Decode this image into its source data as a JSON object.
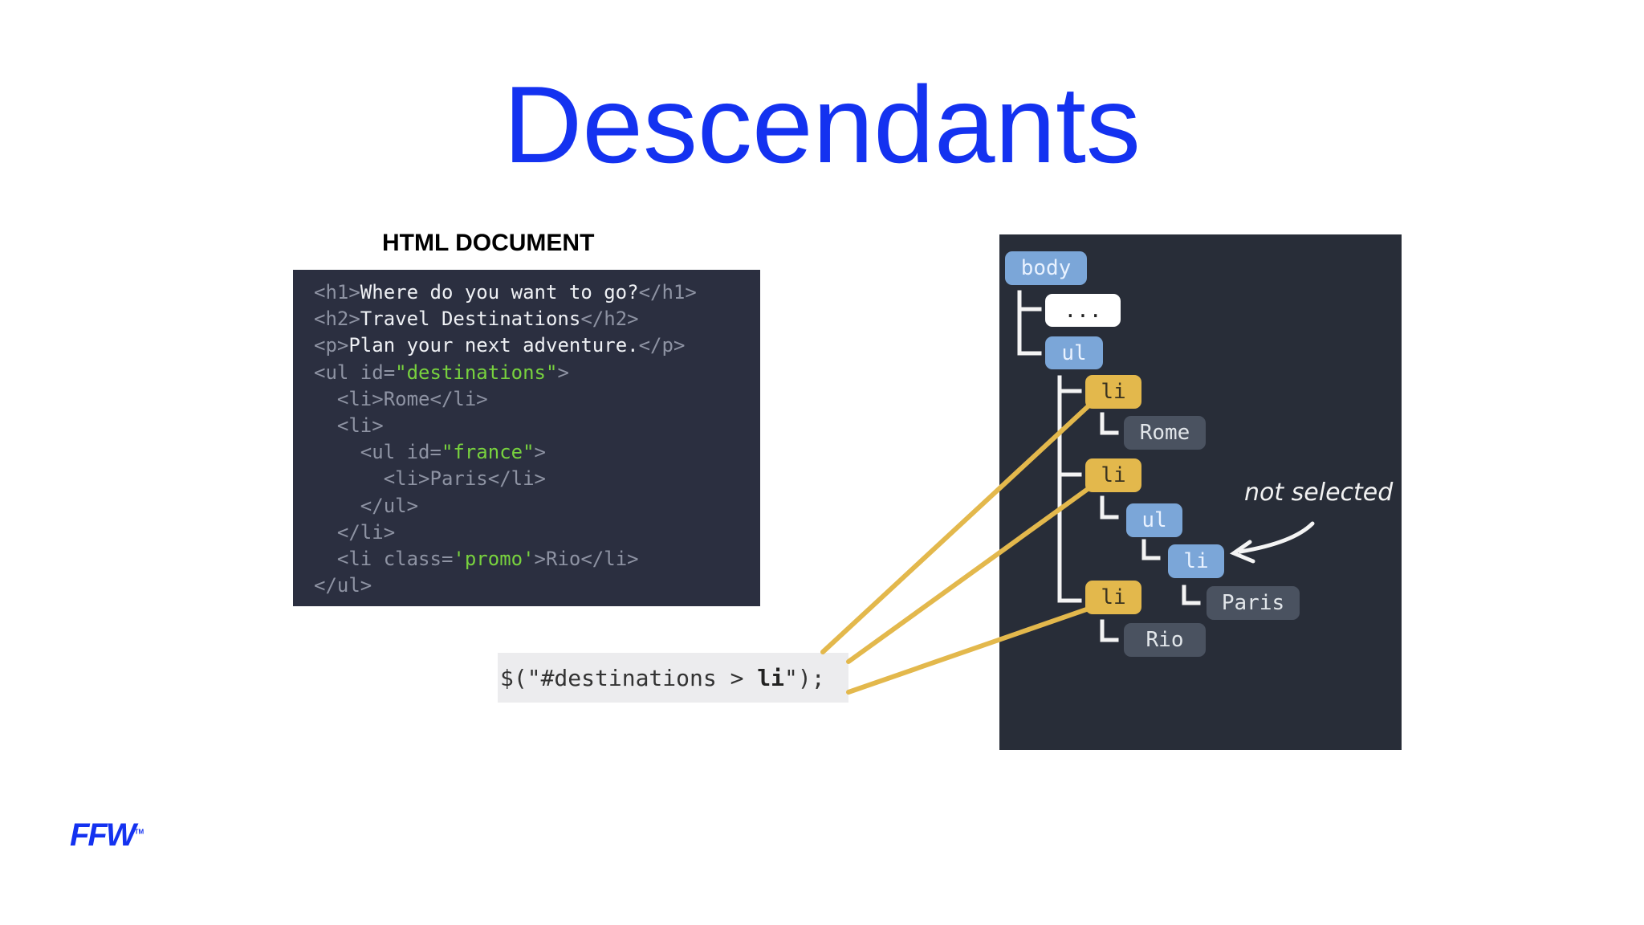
{
  "title": "Descendants",
  "document_label": "HTML DOCUMENT",
  "code_lines": [
    [
      {
        "c": "tag",
        "t": "<h1>"
      },
      {
        "c": "txt",
        "t": "Where do you want to go?"
      },
      {
        "c": "tag",
        "t": "</h1>"
      }
    ],
    [
      {
        "c": "tag",
        "t": "<h2>"
      },
      {
        "c": "txt",
        "t": "Travel Destinations"
      },
      {
        "c": "tag",
        "t": "</h2>"
      }
    ],
    [
      {
        "c": "tag",
        "t": "<p>"
      },
      {
        "c": "txt",
        "t": "Plan your next adventure."
      },
      {
        "c": "tag",
        "t": "</p>"
      }
    ],
    [
      {
        "c": "tag",
        "t": "<ul id="
      },
      {
        "c": "str",
        "t": "\"destinations\""
      },
      {
        "c": "tag",
        "t": ">"
      }
    ],
    [
      {
        "c": "tag",
        "t": "  <li>"
      },
      {
        "c": "tag",
        "t": "Rome"
      },
      {
        "c": "tag",
        "t": "</li>"
      }
    ],
    [
      {
        "c": "tag",
        "t": "  <li>"
      }
    ],
    [
      {
        "c": "tag",
        "t": "    <ul id="
      },
      {
        "c": "str",
        "t": "\"france\""
      },
      {
        "c": "tag",
        "t": ">"
      }
    ],
    [
      {
        "c": "tag",
        "t": "      <li>"
      },
      {
        "c": "tag",
        "t": "Paris"
      },
      {
        "c": "tag",
        "t": "</li>"
      }
    ],
    [
      {
        "c": "tag",
        "t": "    </ul>"
      }
    ],
    [
      {
        "c": "tag",
        "t": "  </li>"
      }
    ],
    [
      {
        "c": "tag",
        "t": "  <li class="
      },
      {
        "c": "str",
        "t": "'promo'"
      },
      {
        "c": "tag",
        "t": ">Rio</li>"
      }
    ],
    [
      {
        "c": "tag",
        "t": "</ul>"
      }
    ]
  ],
  "selector": {
    "prefix": "$(\"#destinations > ",
    "bold": "li",
    "suffix": "\");"
  },
  "tree": {
    "nodes": {
      "body": "body",
      "ellipsis": "...",
      "ul_top": "ul",
      "li1": "li",
      "rome": "Rome",
      "li2": "li",
      "ul_inner": "ul",
      "li_inner": "li",
      "paris": "Paris",
      "li3": "li",
      "rio": "Rio"
    },
    "note": "not selected"
  },
  "logo": {
    "text": "FFW",
    "tm": "TM"
  },
  "colors": {
    "title_blue": "#1432f0",
    "code_bg": "#2b2f40",
    "string_green": "#78d23e",
    "tree_bg": "#282d38",
    "selected_gold": "#e3b84c",
    "node_blue": "#7ba6d8",
    "text_node_gray": "#4a5260",
    "connector_gold": "#e3b84c"
  }
}
